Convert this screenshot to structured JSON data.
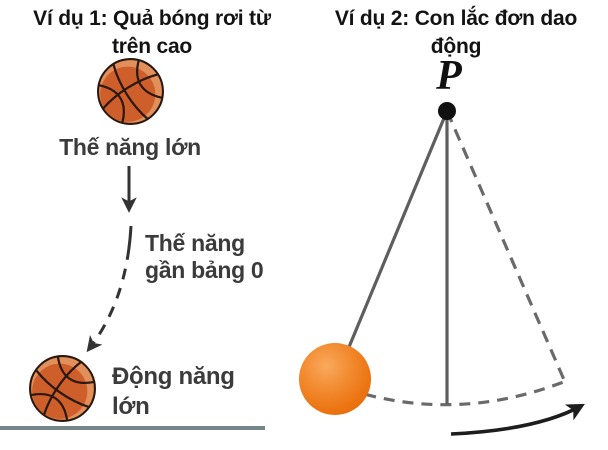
{
  "colors": {
    "background": "#ffffff",
    "title_text": "#131313",
    "label_text": "#3b3b3b",
    "ground_line": "#75868b",
    "pendulum_string": "#5e5e5e",
    "dashed_gray": "#6a6a6a",
    "annotation_arrow": "#333333",
    "motion_arrow": "#1d1d1d",
    "basketball_main": "#ce5f2b",
    "basketball_highlight": "#e1905c",
    "basketball_seam": "#2a170e",
    "bob_orange": "#f0801f",
    "pivot_dot": "#111111"
  },
  "example1": {
    "title_line1": "Ví dụ 1: Quả bóng rơi từ",
    "title_line2": "trên cao",
    "label_potential_high": "Thế năng lớn",
    "label_potential_low_line1": "Thế năng",
    "label_potential_low_line2": "gần bảng 0",
    "label_kinetic_line1": "Động năng",
    "label_kinetic_line2": "lớn"
  },
  "example2": {
    "title_line1": "Ví dụ 2: Con lắc đơn dao",
    "title_line2": "động",
    "pivot_label": "P"
  }
}
